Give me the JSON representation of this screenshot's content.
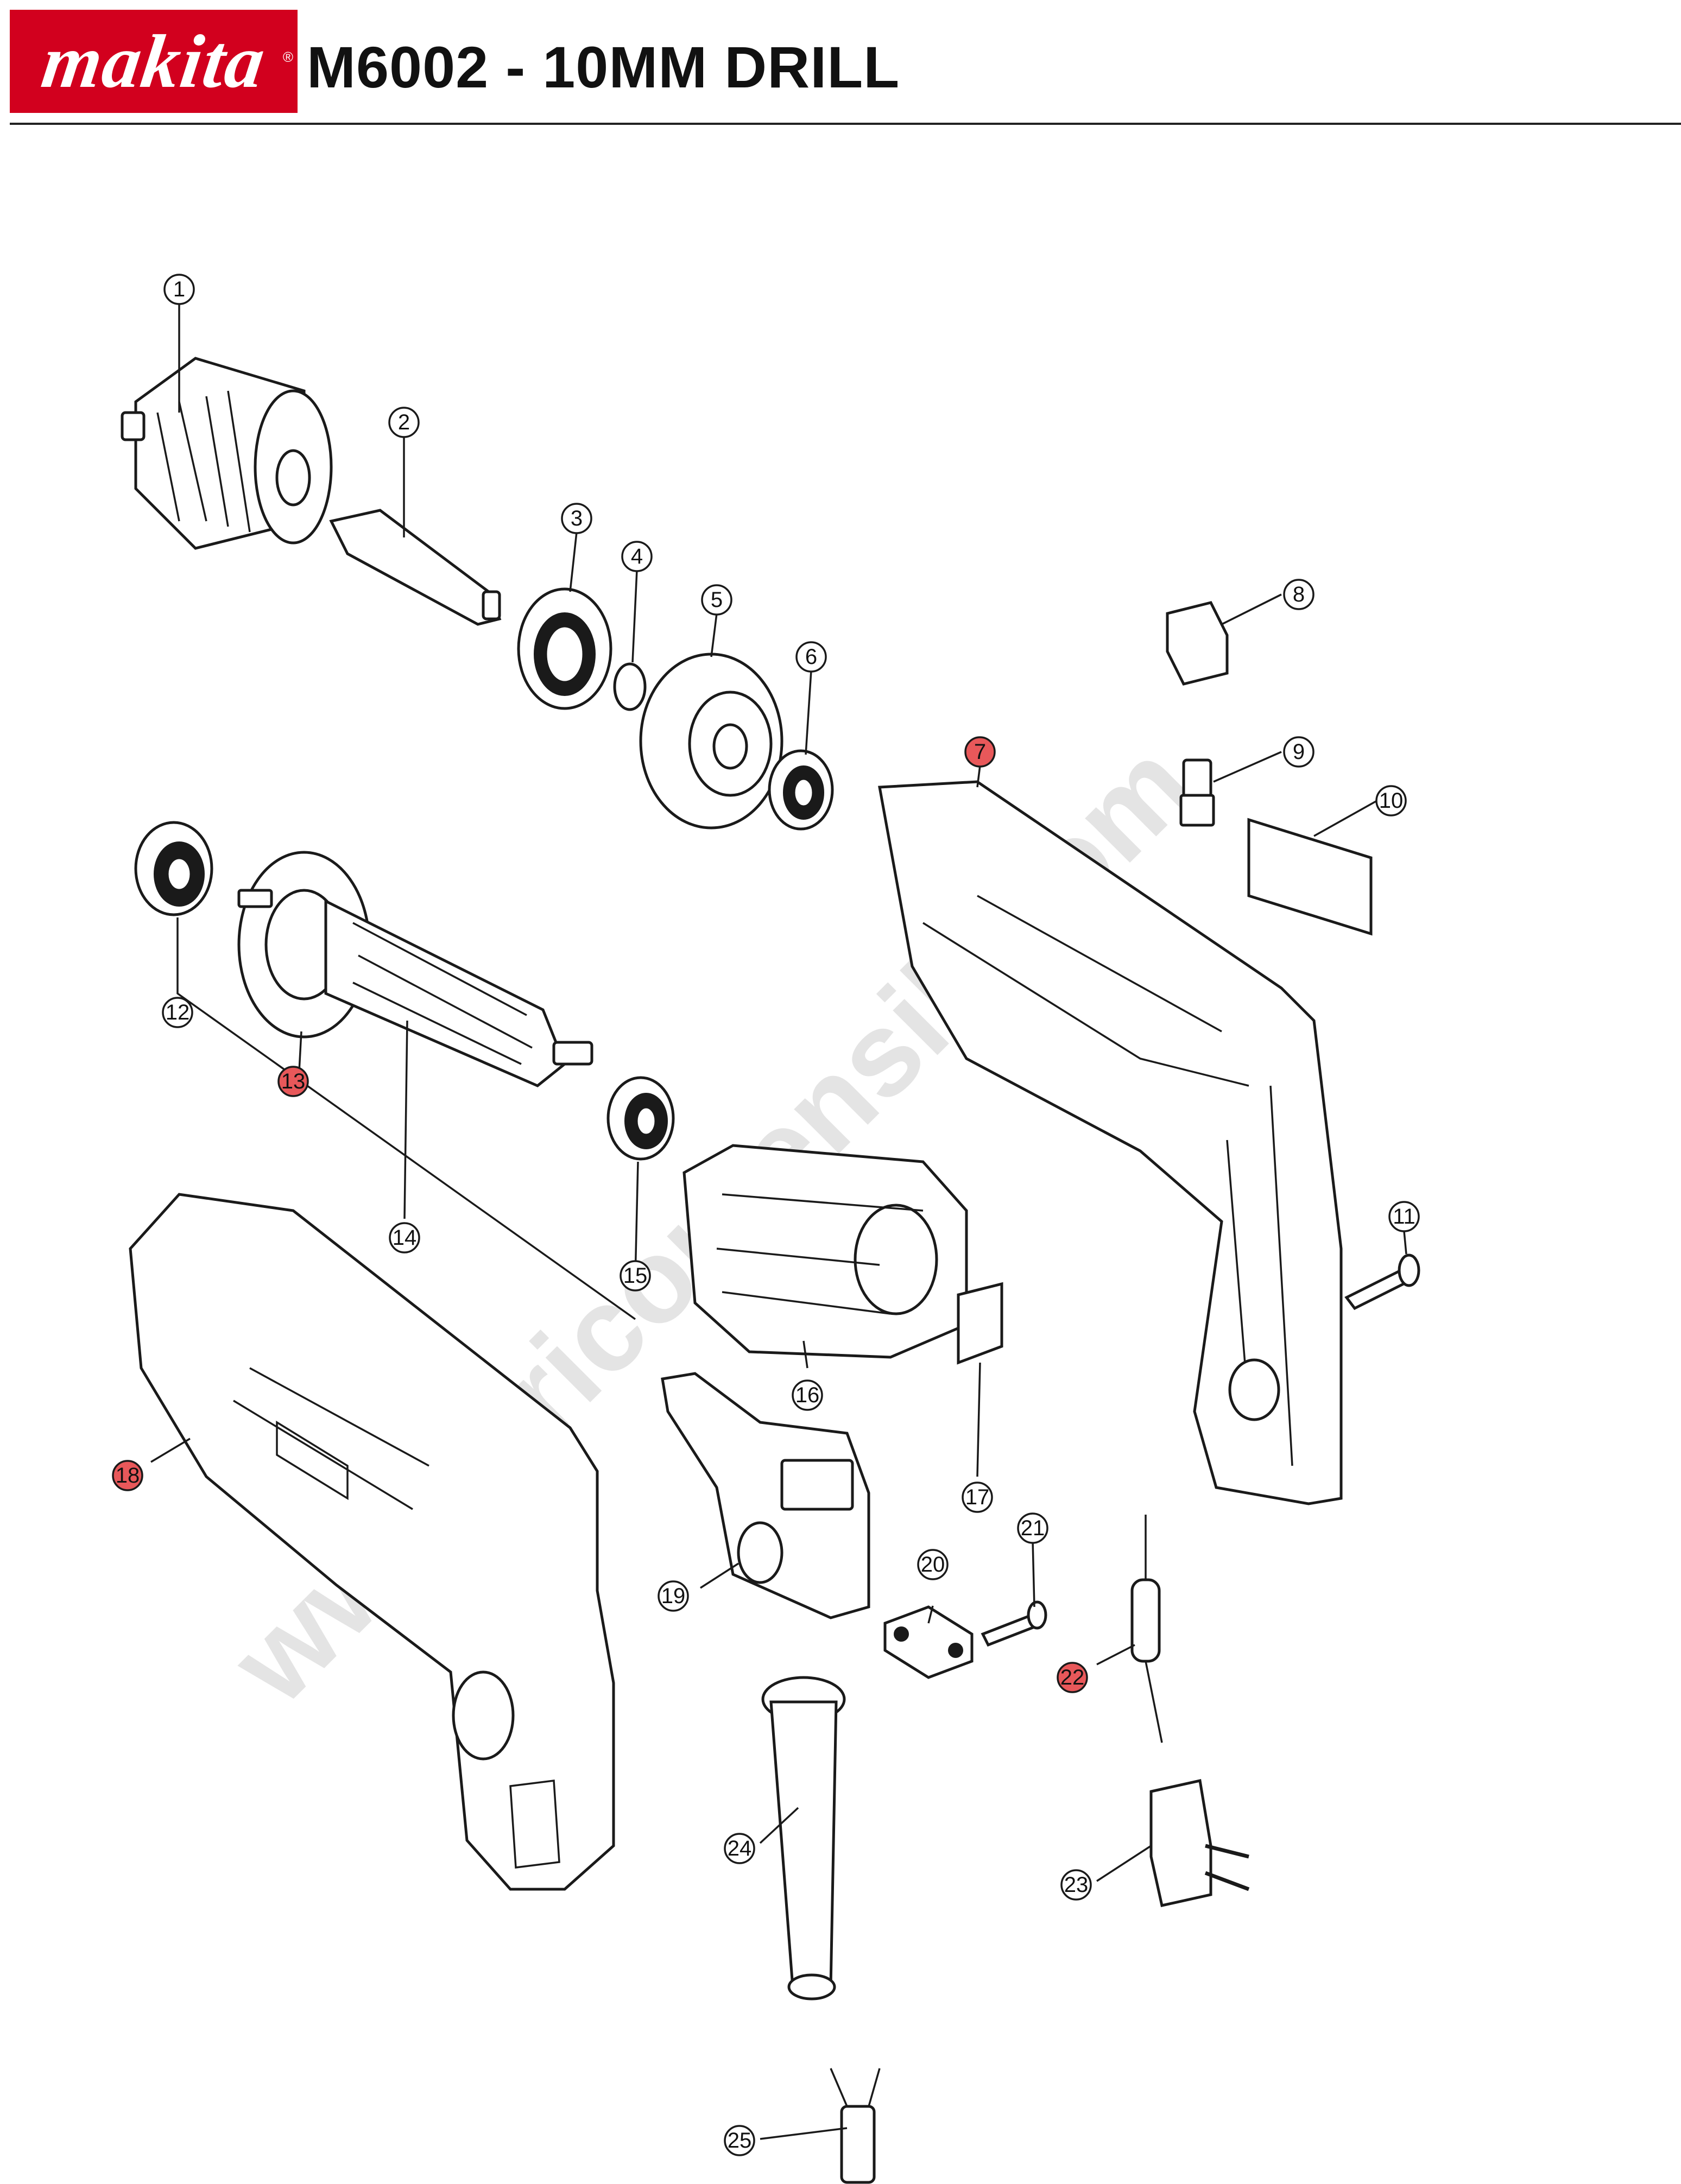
{
  "header": {
    "brand": "makita",
    "title": "M6002 - 10MM DRILL"
  },
  "watermark": "www.bricoutensili.com",
  "colors": {
    "brand_red": "#d2001e",
    "highlight": "#e8585a"
  },
  "callouts": [
    {
      "label": "1",
      "highlighted": false
    },
    {
      "label": "2",
      "highlighted": false
    },
    {
      "label": "3",
      "highlighted": false
    },
    {
      "label": "4",
      "highlighted": false
    },
    {
      "label": "5",
      "highlighted": false
    },
    {
      "label": "6",
      "highlighted": false
    },
    {
      "label": "7",
      "highlighted": true
    },
    {
      "label": "8",
      "highlighted": false
    },
    {
      "label": "9",
      "highlighted": false
    },
    {
      "label": "10",
      "highlighted": false
    },
    {
      "label": "11",
      "highlighted": false
    },
    {
      "label": "12",
      "highlighted": false
    },
    {
      "label": "13",
      "highlighted": true
    },
    {
      "label": "14",
      "highlighted": false
    },
    {
      "label": "15",
      "highlighted": false
    },
    {
      "label": "16",
      "highlighted": false
    },
    {
      "label": "17",
      "highlighted": false
    },
    {
      "label": "18",
      "highlighted": true
    },
    {
      "label": "19",
      "highlighted": false
    },
    {
      "label": "20",
      "highlighted": false
    },
    {
      "label": "21",
      "highlighted": false
    },
    {
      "label": "22",
      "highlighted": true
    },
    {
      "label": "23",
      "highlighted": false
    },
    {
      "label": "24",
      "highlighted": false
    },
    {
      "label": "25",
      "highlighted": false
    }
  ]
}
